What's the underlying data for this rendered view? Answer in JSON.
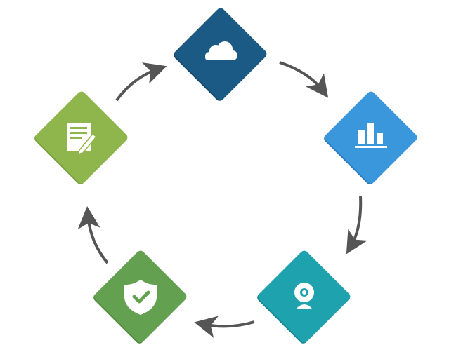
{
  "diagram": {
    "type": "cycle",
    "arrow_color": "#555555",
    "nodes": [
      {
        "id": "cloud",
        "icon": "cloud-icon",
        "color": "#1b5a85",
        "shade": "#144a6e"
      },
      {
        "id": "analytics",
        "icon": "bar-chart-icon",
        "color": "#3a97dc",
        "shade": "#2d7dbb"
      },
      {
        "id": "camera",
        "icon": "webcam-icon",
        "color": "#1ea3ae",
        "shade": "#178891"
      },
      {
        "id": "security",
        "icon": "shield-check-icon",
        "color": "#63a150",
        "shade": "#508a40"
      },
      {
        "id": "document",
        "icon": "document-edit-icon",
        "color": "#8fb54d",
        "shade": "#78a03c"
      }
    ]
  }
}
